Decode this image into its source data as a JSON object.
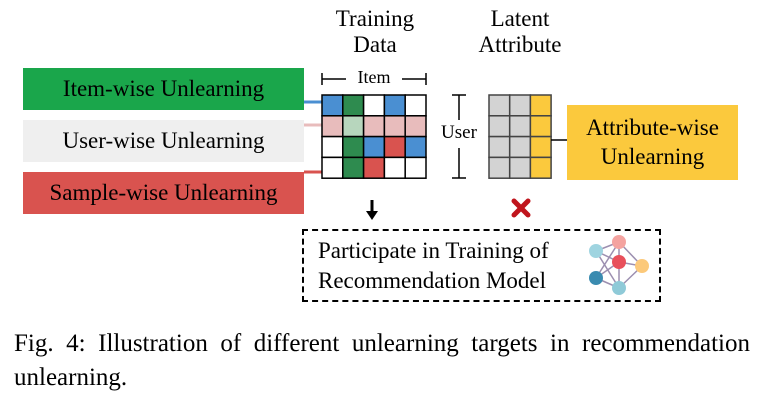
{
  "headers": {
    "training_data": [
      "Training",
      "Data"
    ],
    "latent_attribute": [
      "Latent",
      "Attribute"
    ]
  },
  "axis_labels": {
    "item": "Item",
    "user": "User"
  },
  "targets": {
    "item_wise": "Item-wise Unlearning",
    "user_wise": "User-wise Unlearning",
    "sample_wise": "Sample-wise Unlearning",
    "attribute_wise": [
      "Attribute-wise",
      "Unlearning"
    ]
  },
  "outcome": {
    "text": [
      "Participate in Training of",
      "Recommendation Model"
    ],
    "allowed_marker": "down-arrow-icon",
    "excluded_marker": "cross-icon"
  },
  "caption": "Fig. 4: Illustration of different unlearning targets in recommendation unlearning.",
  "colors": {
    "item": "#1aa64b",
    "user": "#efefef",
    "sample": "#d9534f",
    "attribute": "#fbc93d",
    "blue": "#4a8fd2",
    "darkgreen": "#2e8b4f",
    "pink": "#e8bcbc",
    "gray": "#d3d3d3"
  },
  "matrix": {
    "rows": [
      [
        "blue",
        "darkgreen",
        "white",
        "blue",
        "white"
      ],
      [
        "pink",
        "lightgreen",
        "pink",
        "pink",
        "pink"
      ],
      [
        "white",
        "darkgreen",
        "blue",
        "red",
        "blue"
      ],
      [
        "white",
        "darkgreen",
        "red",
        "white",
        "white"
      ]
    ]
  },
  "attribute_matrix": {
    "rows": 4,
    "cols": 3,
    "highlight_col": 2
  }
}
